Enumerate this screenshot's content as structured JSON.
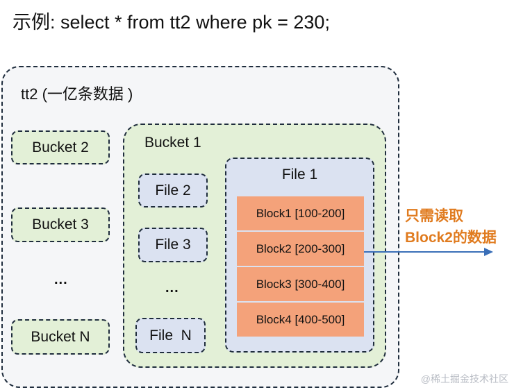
{
  "title": "示例: select * from tt2 where pk = 230;",
  "table": {
    "label": "tt2 (一亿条数据 )"
  },
  "buckets": {
    "bucket2": "Bucket 2",
    "bucket3": "Bucket 3",
    "ellipsis": "...",
    "bucketN": "Bucket N"
  },
  "bucket1": {
    "label": "Bucket 1",
    "files": {
      "file2": "File 2",
      "file3": "File 3",
      "ellipsis": "...",
      "fileN": "File  N"
    },
    "file1": {
      "label": "File 1",
      "blocks": [
        "Block1 [100-200]",
        "Block2 [200-300]",
        "Block3 [300-400]",
        "Block4 [400-500]"
      ]
    }
  },
  "annotation": {
    "line1": "只需读取",
    "line2": "Block2的数据"
  },
  "watermark": "@稀土掘金技术社区",
  "colors": {
    "bucket_fill": "#e3f0d7",
    "file_fill": "#dbe2f1",
    "block_fill": "#f4a27a",
    "annotation": "#e07b1f",
    "arrow": "#3a6fb8"
  }
}
